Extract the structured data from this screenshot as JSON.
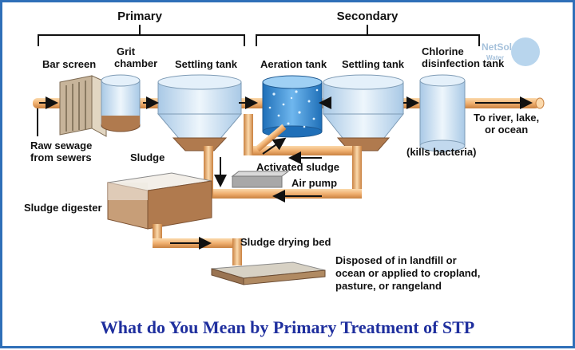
{
  "headers": {
    "primary": "Primary",
    "secondary": "Secondary"
  },
  "stages": {
    "bar_screen": "Bar screen",
    "grit_chamber_line1": "Grit",
    "grit_chamber_line2": "chamber",
    "settling_tank_primary": "Settling tank",
    "aeration_tank": "Aeration tank",
    "settling_tank_secondary": "Settling tank",
    "chlorine_line1": "Chlorine",
    "chlorine_line2": "disinfection tank"
  },
  "labels": {
    "raw_sewage_line1": "Raw sewage",
    "raw_sewage_line2": "from sewers",
    "sludge": "Sludge",
    "activated_sludge": "Activated sludge",
    "air_pump": "Air pump",
    "sludge_digester": "Sludge digester",
    "sludge_drying_bed": "Sludge drying bed",
    "river_line1": "To river, lake,",
    "river_line2": "or ocean",
    "kills_bacteria": "(kills bacteria)",
    "disposed_line1": "Disposed of in landfill or",
    "disposed_line2": "ocean or applied to cropland,",
    "disposed_line3": "pasture, or rangeland"
  },
  "watermark": {
    "line1": "NetSol",
    "line2": "Water"
  },
  "caption": "What do You Mean by Primary Treatment of STP",
  "colors": {
    "pipe": "#f0b070",
    "pipe_dark": "#c98140",
    "tank": "#cfe3f3",
    "water": "#3a8fd6",
    "sludge": "#b07a4e",
    "caption": "#1f2f9e",
    "border": "#2f6fb8"
  }
}
